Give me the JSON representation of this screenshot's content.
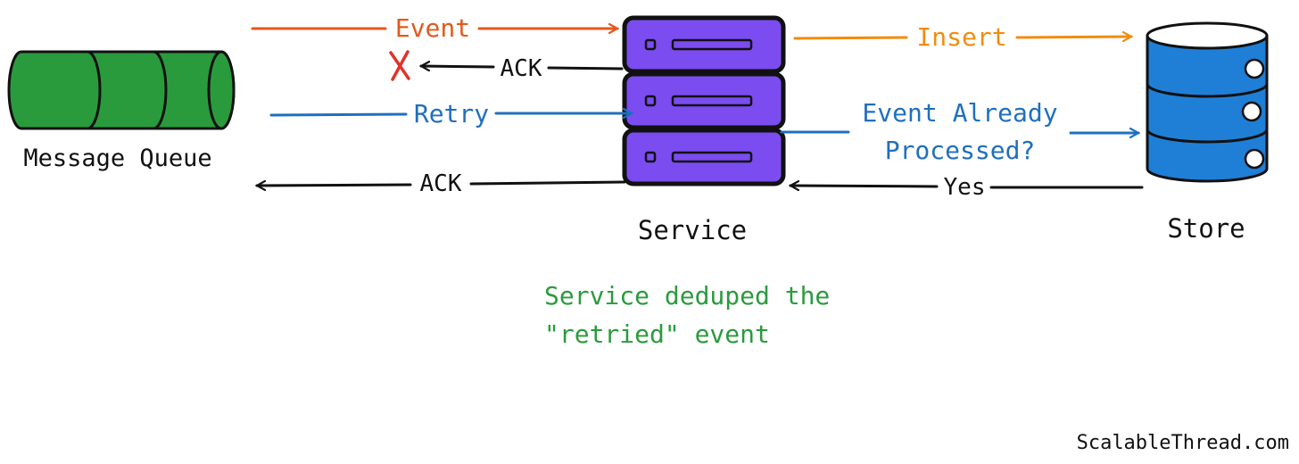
{
  "nodes": {
    "queue": {
      "label": "Message Queue",
      "color": "#2a9b3d"
    },
    "service": {
      "label": "Service",
      "color": "#7b4cf0"
    },
    "store": {
      "label": "Store",
      "color": "#1f7fd6"
    }
  },
  "arrows": {
    "event": {
      "label": "Event",
      "color": "#e4581c"
    },
    "ack_failed": {
      "label": "ACK",
      "color": "#111111"
    },
    "retry": {
      "label": "Retry",
      "color": "#1f6fbf"
    },
    "ack": {
      "label": "ACK",
      "color": "#111111"
    },
    "insert": {
      "label": "Insert",
      "color": "#f08c10"
    },
    "already_processed": {
      "label_line1": "Event Already",
      "label_line2": "Processed?",
      "color": "#1f6fbf"
    },
    "yes": {
      "label": "Yes",
      "color": "#111111"
    }
  },
  "failure_mark": {
    "symbol": "X",
    "color": "#e0322d"
  },
  "note": {
    "line1": "Service deduped the",
    "line2": "\"retried\" event",
    "color": "#2a9b3d"
  },
  "watermark": "ScalableThread.com"
}
